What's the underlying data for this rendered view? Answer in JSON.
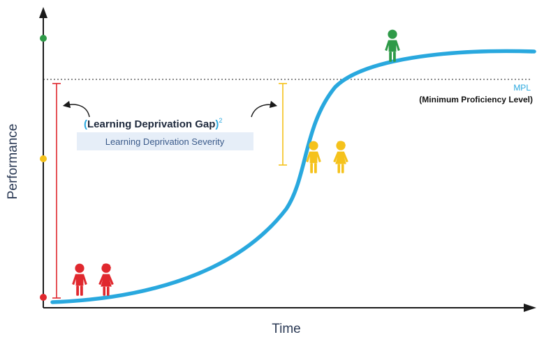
{
  "axes": {
    "x_label": "Time",
    "y_label": "Performance"
  },
  "mpl": {
    "abbr": "MPL",
    "full": "(Minimum Proficiency Level)"
  },
  "gap_label": {
    "open": "(",
    "text": "Learning Deprivation Gap",
    "close": ")",
    "exponent": "2"
  },
  "severity_label": "Learning Deprivation Severity",
  "colors": {
    "curve": "#29a8de",
    "axis": "#1a1a1a",
    "low": "#e0282e",
    "mid": "#f5c21b",
    "high": "#2e9a48",
    "severity_bg": "#e6eef8"
  },
  "figures": {
    "low_group": [
      "boy-icon",
      "girl-icon"
    ],
    "mid_group": [
      "boy-icon",
      "girl-icon"
    ],
    "high_group": [
      "boy-icon"
    ]
  }
}
